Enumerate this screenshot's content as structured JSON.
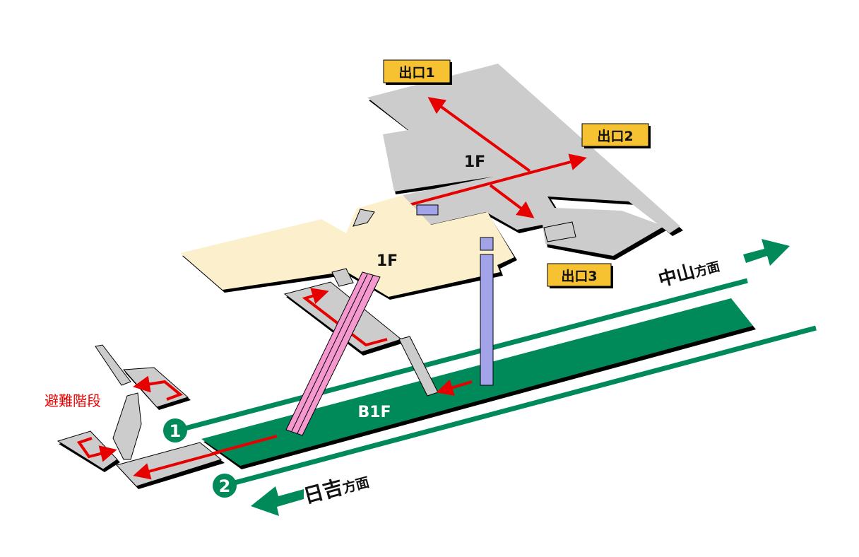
{
  "floors": {
    "upper_1f": "1F",
    "lower_1f": "1F",
    "platform": "B1F"
  },
  "exits": [
    {
      "label": "出口1"
    },
    {
      "label": "出口2"
    },
    {
      "label": "出口3"
    }
  ],
  "tracks": [
    {
      "number": "1",
      "direction": "中山",
      "direction_suffix": "方面"
    },
    {
      "number": "2",
      "direction": "日吉",
      "direction_suffix": "方面"
    }
  ],
  "emergency_stairs": "避難階段",
  "colors": {
    "platform": "#008a5a",
    "concourse_gray": "#cccccc",
    "concourse_cream": "#fcf0cc",
    "exit_label": "#f6c232",
    "route_arrow": "#e60000",
    "escalator": "#f598cf",
    "elevator": "#a3a3ea"
  }
}
